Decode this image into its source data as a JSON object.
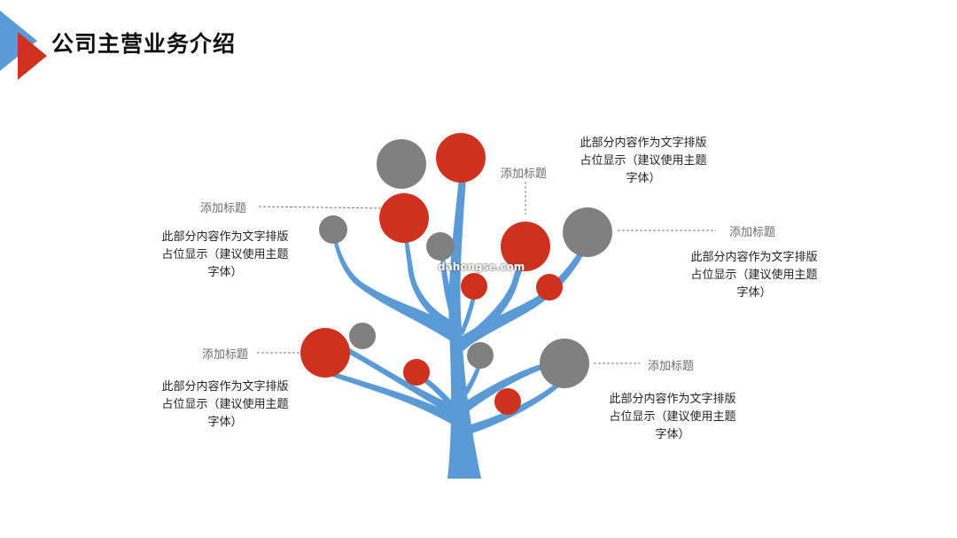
{
  "header": {
    "title": "公司主营业务介绍"
  },
  "colors": {
    "red": "#CF311F",
    "gray": "#808080",
    "trunk": "#5B9BD5",
    "deco_blue": "#5B9BD5",
    "deco_red": "#D0321F"
  },
  "watermark": "dahongse.com",
  "items": [
    {
      "label": "添加标题",
      "desc": [
        "此部分内容作为文字排版",
        "占位显示（建议使用主题",
        "字体）"
      ]
    },
    {
      "label": "添加标题",
      "desc": [
        "此部分内容作为文字排版",
        "占位显示（建议使用主题",
        "字体）"
      ]
    },
    {
      "label": "添加标题",
      "desc": [
        "此部分内容作为文字排版",
        "占位显示（建议使用主题",
        "字体）"
      ]
    },
    {
      "label": "添加标题",
      "desc": [
        "此部分内容作为文字排版",
        "占位显示（建议使用主题",
        "字体）"
      ]
    },
    {
      "label": "添加标题",
      "desc": [
        "此部分内容作为文字排版",
        "占位显示（建议使用主题",
        "字体）"
      ]
    }
  ]
}
